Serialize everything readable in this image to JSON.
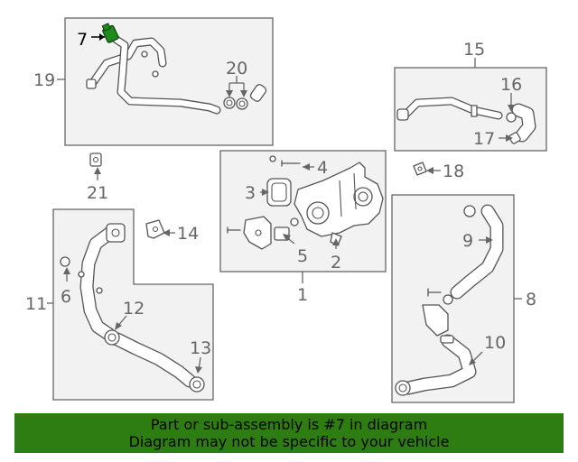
{
  "callouts": {
    "c1": "1",
    "c2": "2",
    "c3": "3",
    "c4": "4",
    "c5": "5",
    "c6": "6",
    "c7": "7",
    "c8": "8",
    "c9": "9",
    "c10": "10",
    "c11": "11",
    "c12": "12",
    "c13": "13",
    "c14": "14",
    "c15": "15",
    "c16": "16",
    "c17": "17",
    "c18": "18",
    "c19": "19",
    "c20": "20",
    "c21": "21"
  },
  "highlight_part": "7",
  "colors": {
    "highlight": "#1e8a1e",
    "banner_bg": "#2e7d12",
    "panel_bg": "#f2f2f2",
    "line": "#555555",
    "label": "#666666"
  },
  "banner": {
    "line1": "Part or sub-assembly is #7 in diagram",
    "line2": "Diagram may not be specific to your vehicle"
  }
}
